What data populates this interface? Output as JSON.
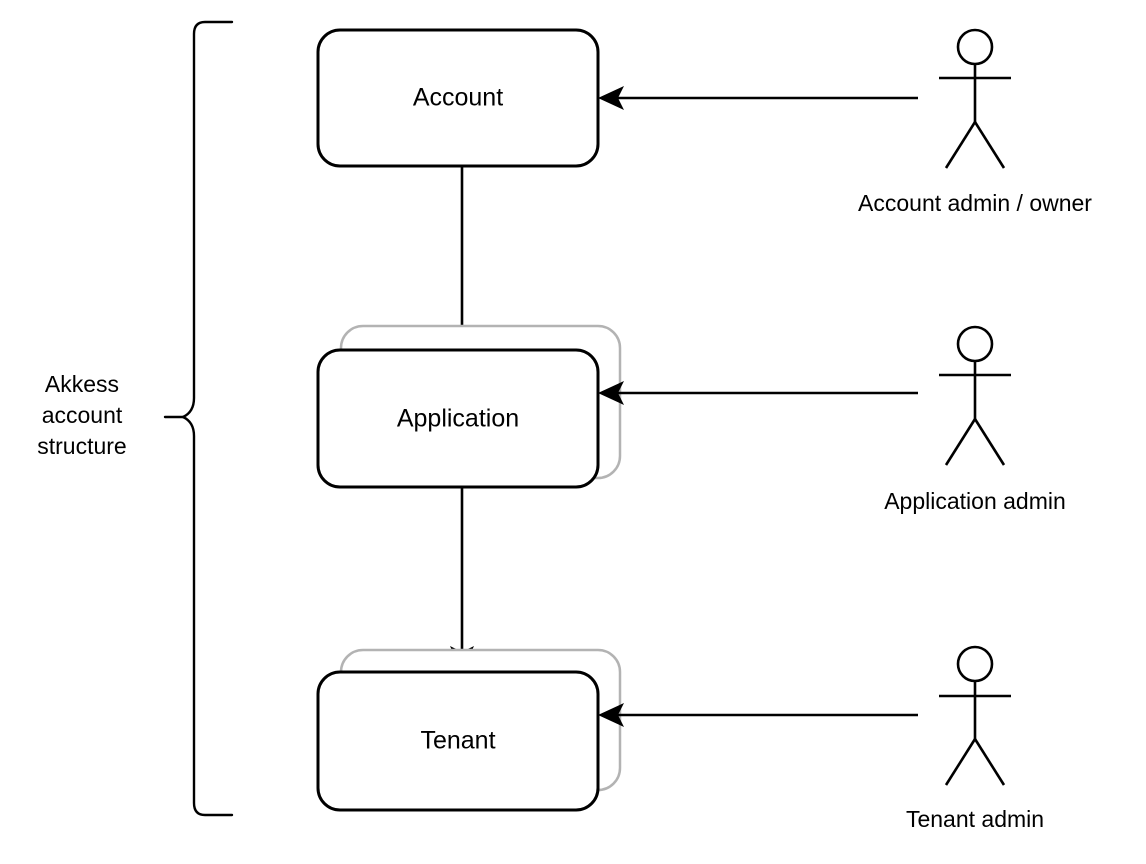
{
  "diagram": {
    "title": "Akkess account structure",
    "background_color": "#ffffff",
    "line_color": "#000000",
    "shadow_box_color": "#b3b3b3"
  },
  "brace": {
    "label_line_1": "Akkess",
    "label_line_2": "account",
    "label_line_3": "structure"
  },
  "nodes": {
    "account": {
      "label": "Account",
      "has_stack_shadow": false
    },
    "application": {
      "label": "Application",
      "has_stack_shadow": true
    },
    "tenant": {
      "label": "Tenant",
      "has_stack_shadow": true
    }
  },
  "actors": {
    "account_admin": {
      "label": "Account admin / owner"
    },
    "application_admin": {
      "label": "Application admin"
    },
    "tenant_admin": {
      "label": "Tenant admin"
    }
  },
  "connections": {
    "account_to_application": "Account contains Application",
    "application_to_tenant": "Application contains Tenant",
    "account_admin_to_account": "Account admin / owner manages Account",
    "application_admin_to_application": "Application admin manages Application",
    "tenant_admin_to_tenant": "Tenant admin manages Tenant"
  }
}
